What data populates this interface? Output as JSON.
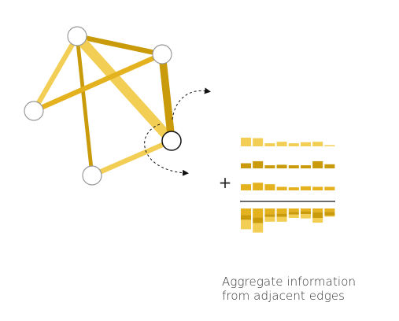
{
  "caption": {
    "line1": "Aggregate information",
    "line2": "from adjacent edges"
  },
  "operator": "+",
  "colors": {
    "light": "#F2CE55",
    "mid": "#E3B21E",
    "dark": "#C99A0A",
    "node_stroke": "#999999",
    "center_stroke": "#111111"
  },
  "graph": {
    "nodes": [
      {
        "id": "n1"
      },
      {
        "id": "n2"
      },
      {
        "id": "n3"
      },
      {
        "id": "n4"
      },
      {
        "id": "center"
      }
    ],
    "edges": [
      {
        "from": "n1",
        "to": "n2",
        "shade": "dark",
        "weight": 2
      },
      {
        "from": "n1",
        "to": "n3",
        "shade": "light",
        "weight": 2
      },
      {
        "from": "n1",
        "to": "n4",
        "shade": "dark",
        "weight": 1.5
      },
      {
        "from": "n1",
        "to": "center",
        "shade": "light",
        "weight": 4
      },
      {
        "from": "n2",
        "to": "n3",
        "shade": "mid",
        "weight": 2
      },
      {
        "from": "n2",
        "to": "center",
        "shade": "dark",
        "weight": 3
      },
      {
        "from": "n4",
        "to": "center",
        "shade": "light",
        "weight": 2
      }
    ]
  },
  "edge_features": [
    {
      "shade": "light",
      "values": [
        0.85,
        0.8,
        0.3,
        0.45,
        0.3,
        0.4,
        0.45,
        0.1
      ]
    },
    {
      "shade": "dark",
      "values": [
        0.5,
        0.7,
        0.3,
        0.35,
        0.3,
        0.3,
        0.7,
        0.4
      ]
    },
    {
      "shade": "mid",
      "values": [
        0.6,
        0.75,
        0.6,
        0.35,
        0.3,
        0.4,
        0.35,
        0.35
      ]
    }
  ],
  "aggregate": {
    "layers": [
      {
        "shade": "mid",
        "values": [
          0.7,
          0.95,
          0.6,
          0.55,
          0.35,
          0.3,
          0.4,
          0.35
        ]
      },
      {
        "shade": "dark",
        "values": [
          0.5,
          0.6,
          0.3,
          0.35,
          0.3,
          0.3,
          0.6,
          0.4
        ]
      },
      {
        "shade": "light",
        "values": [
          1.0,
          1.0,
          0.5,
          0.5,
          0.35,
          0.45,
          0.5,
          0.1
        ]
      }
    ]
  }
}
